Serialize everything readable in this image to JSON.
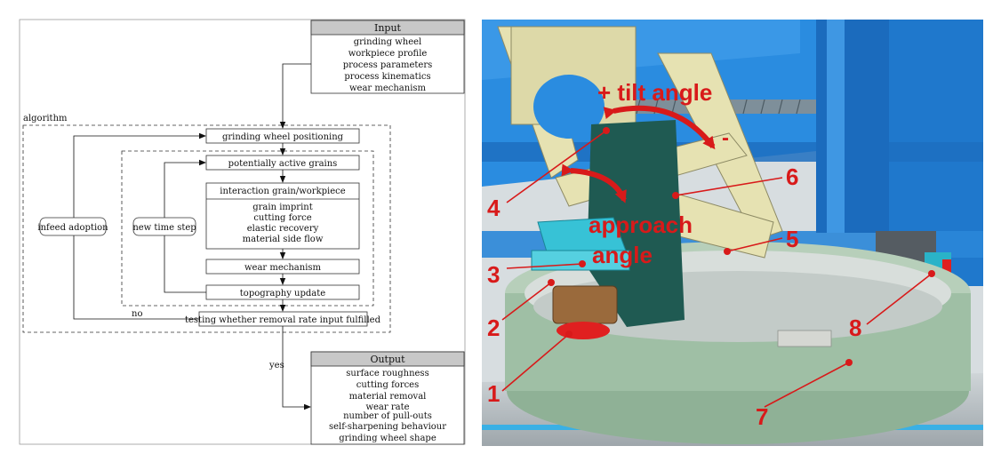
{
  "flowchart": {
    "input": {
      "title": "Input",
      "items": [
        "grinding wheel",
        "workpiece profile",
        "process parameters",
        "process kinematics",
        "wear mechanism"
      ]
    },
    "algorithm_label": "algorithm",
    "positioning": "grinding wheel positioning",
    "active_grains": "potentially active grains",
    "interaction": {
      "title": "interaction grain/workpiece",
      "items": [
        "grain imprint",
        "cutting force",
        "elastic recovery",
        "material side flow"
      ]
    },
    "wear": "wear mechanism",
    "topography": "topography update",
    "testing": "testing whether removal rate input fulfilled",
    "infeed": "infeed adoption",
    "time_step": "new time step",
    "no_label": "no",
    "yes_label": "yes",
    "output": {
      "title": "Output",
      "items": [
        "surface roughness",
        "cutting forces",
        "material removal",
        "wear rate",
        "number of pull-outs",
        "self-sharpening behaviour",
        "grinding wheel shape"
      ]
    }
  },
  "machine": {
    "tilt": "+ tilt angle",
    "minus": "-",
    "approach_1": "approach",
    "approach_2": "angle",
    "numbers": [
      "1",
      "2",
      "3",
      "4",
      "5",
      "6",
      "7",
      "8"
    ]
  },
  "colors": {
    "annotation": "#d81a1a",
    "machine_blue": "#1e7fd6",
    "housing_green": "#9fbfa5",
    "frame_beige": "#e6e2b2"
  }
}
